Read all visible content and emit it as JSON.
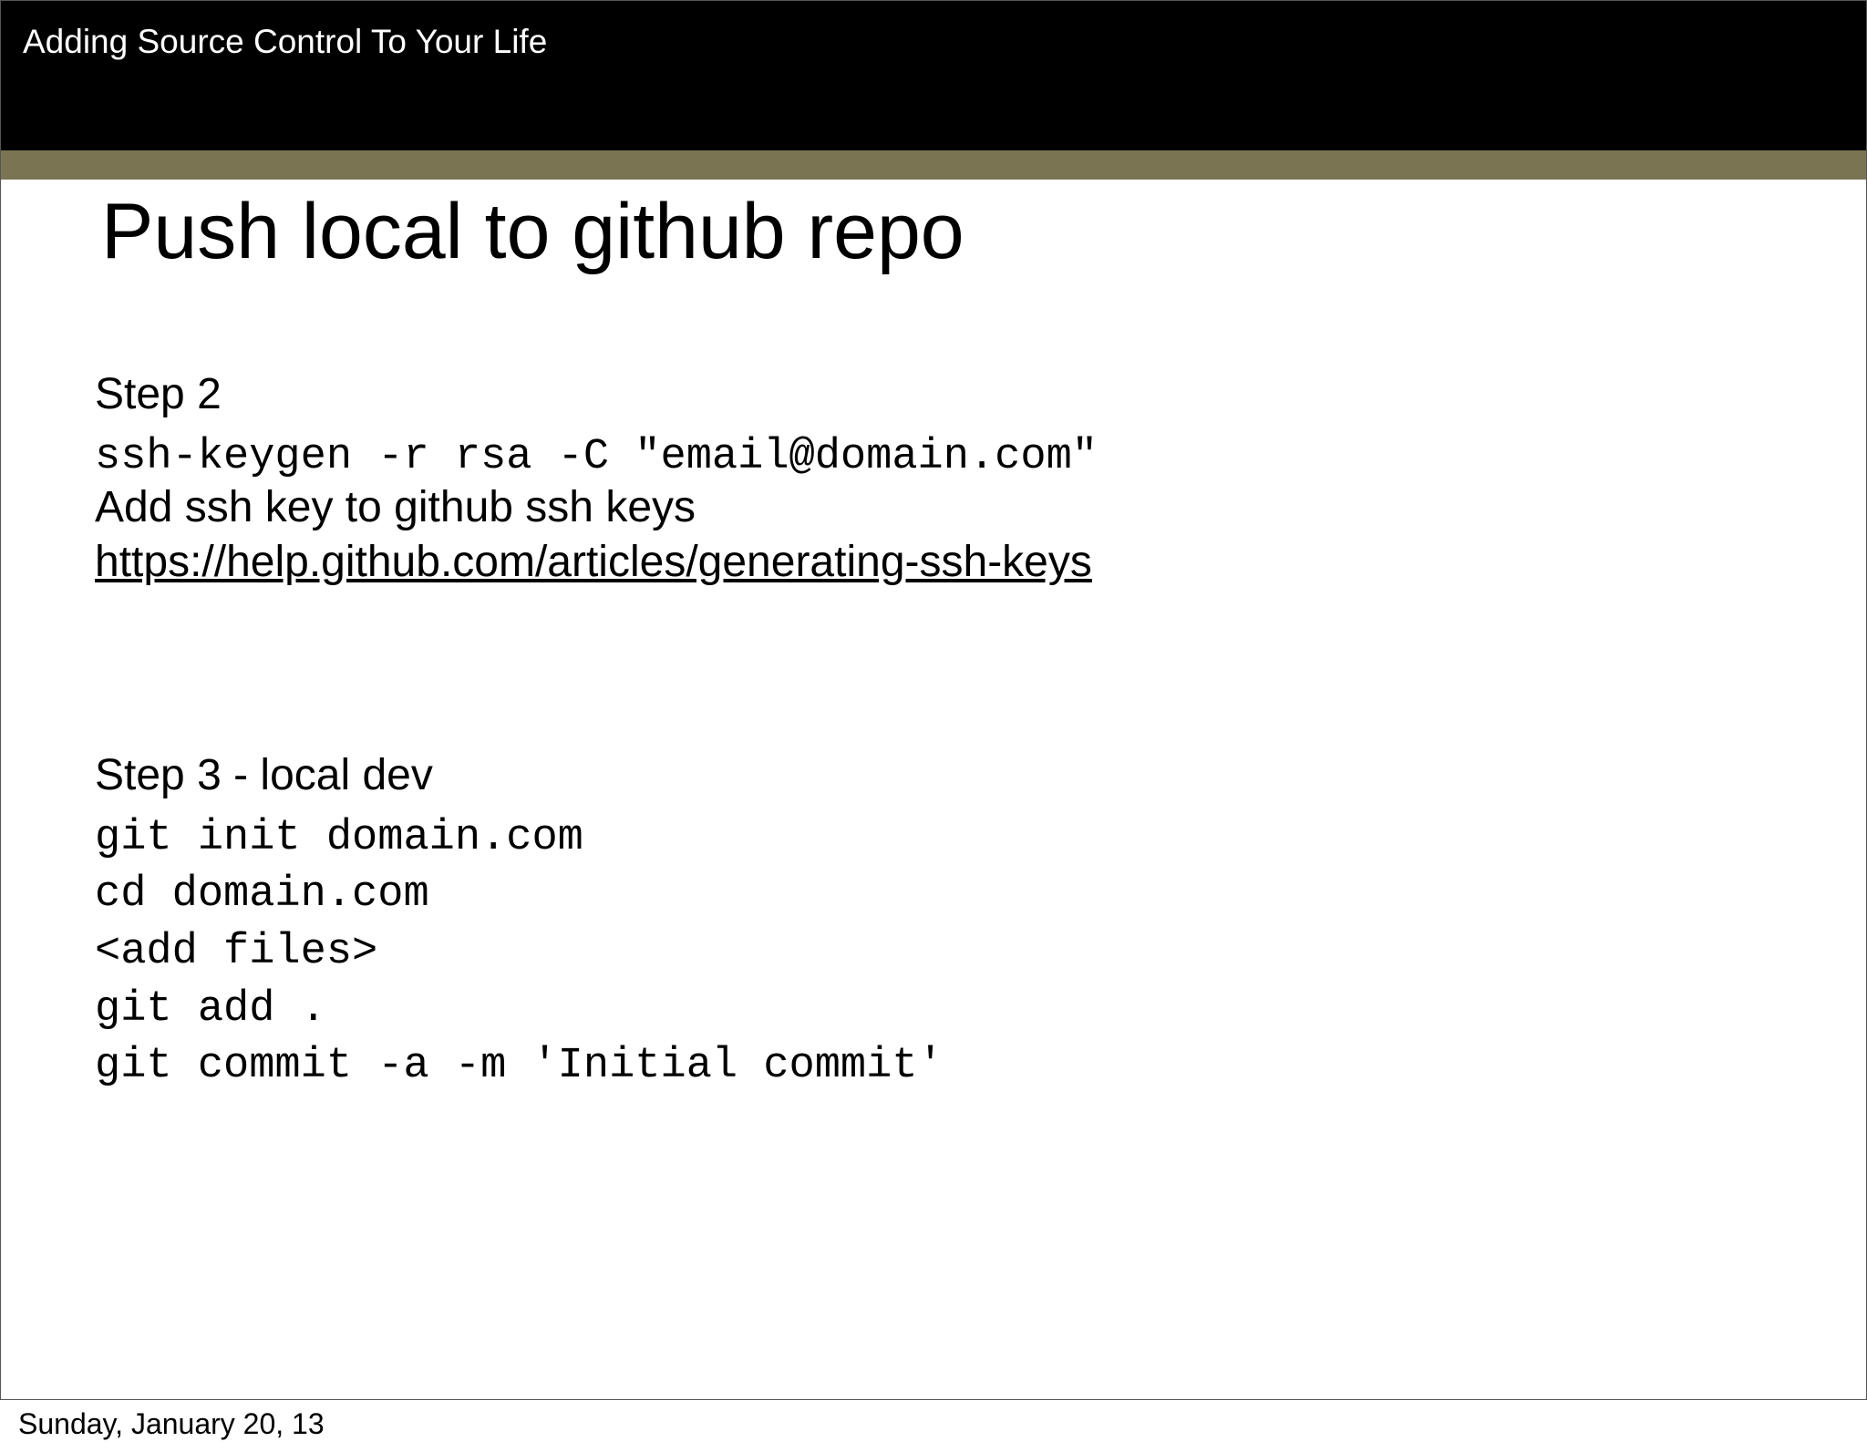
{
  "header": {
    "title": "Adding Source Control To Your Life"
  },
  "slide": {
    "title": "Push local to github repo",
    "step2": {
      "heading": "Step 2",
      "command": "ssh-keygen -r rsa -C \"email@domain.com\"",
      "instruction": "Add ssh key to github ssh keys",
      "link": "https://help.github.com/articles/generating-ssh-keys"
    },
    "step3": {
      "heading": "Step 3 - local dev",
      "commands": [
        "git init domain.com",
        "cd domain.com",
        "<add files>",
        "git add .",
        "git commit -a -m 'Initial commit'"
      ]
    }
  },
  "footer": {
    "date": "Sunday, January 20, 13"
  },
  "colors": {
    "header_bg": "#000000",
    "accent_stripe": "#7a7452"
  }
}
